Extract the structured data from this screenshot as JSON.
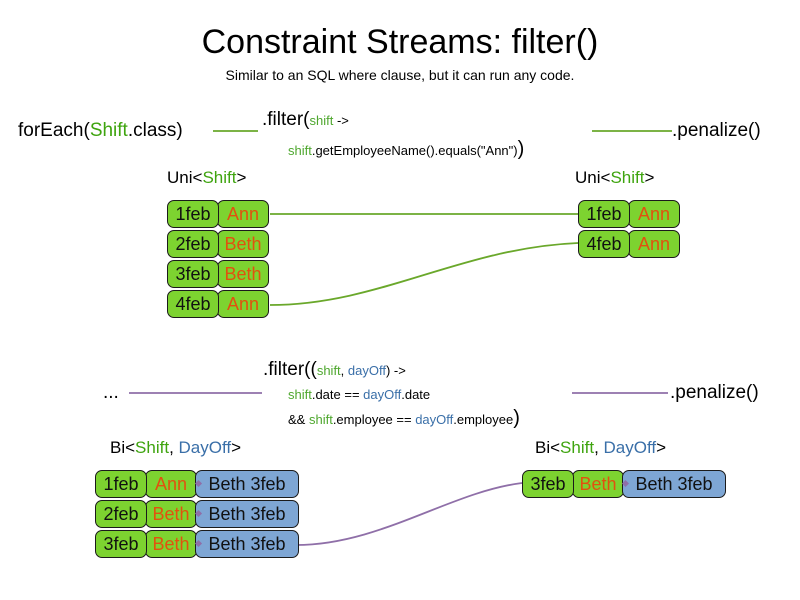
{
  "slide": {
    "title": "Constraint Streams: filter()",
    "subtitle": "Similar to an SQL where clause, but it can run any code."
  },
  "colors": {
    "shift_green": "#4EA72E",
    "dayoff_blue": "#3A6FA8",
    "card_green": "#7DD330",
    "card_blue": "#7EA6D4",
    "name_orange": "#E2510F",
    "wire_green": "#6AA82B",
    "wire_purple": "#8F6FA8"
  },
  "uni_section": {
    "source_call": {
      "prefix": "forEach(",
      "type": "Shift",
      "suffix": ".class)"
    },
    "filter": {
      "head": ".filter(",
      "param": "shift",
      "arrow": " ->",
      "body_param": "shift",
      "body_rest": ".getEmployeeName().equals(\"Ann\")",
      "close": ")"
    },
    "sink_call": ".penalize()",
    "left_label": {
      "prefix": "Uni<",
      "type": "Shift",
      "suffix": ">"
    },
    "right_label": {
      "prefix": "Uni<",
      "type": "Shift",
      "suffix": ">"
    },
    "left_rows": [
      {
        "date": "1feb",
        "name": "Ann"
      },
      {
        "date": "2feb",
        "name": "Beth"
      },
      {
        "date": "3feb",
        "name": "Beth"
      },
      {
        "date": "4feb",
        "name": "Ann"
      }
    ],
    "right_rows": [
      {
        "date": "1feb",
        "name": "Ann"
      },
      {
        "date": "4feb",
        "name": "Ann"
      }
    ]
  },
  "bi_section": {
    "source_call": "...",
    "filter": {
      "head": ".filter((",
      "param1": "shift",
      "comma": ", ",
      "param2": "dayOff",
      "arrow": ") ->",
      "line2_a": "shift",
      "line2_b": ".date == ",
      "line2_c": "dayOff",
      "line2_d": ".date",
      "line3_a": "&& ",
      "line3_b": "shift",
      "line3_c": ".employee == ",
      "line3_d": "dayOff",
      "line3_e": ".employee",
      "close": ")"
    },
    "sink_call": ".penalize()",
    "left_label": {
      "prefix": "Bi<",
      "type1": "Shift",
      "comma": ", ",
      "type2": "DayOff",
      "suffix": ">"
    },
    "right_label": {
      "prefix": "Bi<",
      "type1": "Shift",
      "comma": ", ",
      "type2": "DayOff",
      "suffix": ">"
    },
    "left_rows": [
      {
        "date": "1feb",
        "name": "Ann",
        "dayoff": "Beth 3feb"
      },
      {
        "date": "2feb",
        "name": "Beth",
        "dayoff": "Beth 3feb"
      },
      {
        "date": "3feb",
        "name": "Beth",
        "dayoff": "Beth 3feb"
      }
    ],
    "right_rows": [
      {
        "date": "3feb",
        "name": "Beth",
        "dayoff": "Beth 3feb"
      }
    ]
  }
}
